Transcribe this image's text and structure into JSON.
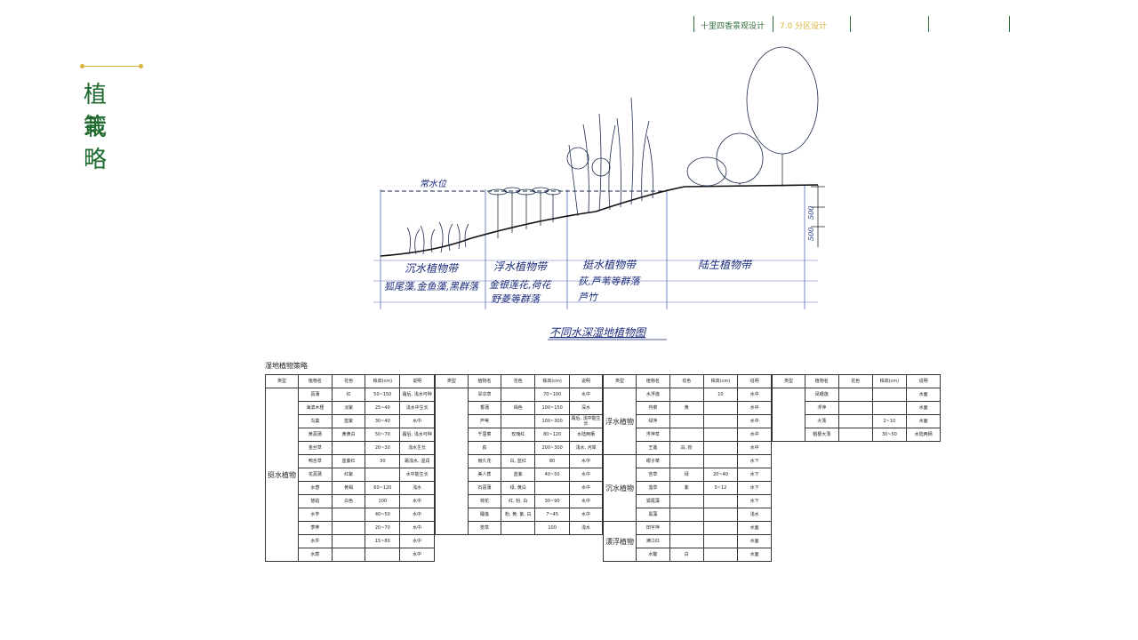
{
  "nav": {
    "items": [
      "十里四香景观设计",
      "7.0 分区设计",
      "",
      "",
      ""
    ]
  },
  "title": {
    "line1": "植 栽",
    "line2": "策 略"
  },
  "sketch": {
    "water_level": "常水位",
    "zones": [
      "沉水植物带",
      "浮水植物带",
      "挺水植物带",
      "陆生植物带"
    ],
    "zone_plants": [
      [
        "狐尾藻,金鱼藻,黑群落"
      ],
      [
        "金银莲花,荷花",
        "野菱等群落"
      ],
      [
        "荻,芦苇等群落",
        "芦竹"
      ],
      [
        ""
      ]
    ],
    "dims": [
      "500",
      "500"
    ],
    "caption": "不同水深湿地植物图"
  },
  "table": {
    "title": "湿地植物策略",
    "headers": [
      "类型",
      "植物名",
      "花色",
      "株高(cm)",
      "说明"
    ],
    "group1": {
      "category": "挺水植物",
      "rows": [
        [
          "菖蒲",
          "红",
          "50~150",
          "霜后, 浅水可种"
        ],
        [
          "海滨木槿",
          "淡紫",
          "25~40",
          "浅水中生长"
        ],
        [
          "鸟巢",
          "蓝紫",
          "30~40",
          "水中"
        ],
        [
          "黄菖蒲",
          "黄黄白",
          "50~70",
          "霜后, 浅水可种"
        ],
        [
          "金丝草",
          "",
          "20~30",
          "浅水生长"
        ],
        [
          "鸭舌草",
          "蓝紫红",
          "30",
          "霜浅水, 湿润"
        ],
        [
          "花菖蒲",
          "红紫",
          "",
          "水中能生长"
        ],
        [
          "水葱",
          "黄褐",
          "60~120",
          "浅水"
        ],
        [
          "慈姑",
          "白色",
          "100",
          "水中"
        ],
        [
          "水芋",
          "",
          "40~50",
          "水中"
        ],
        [
          "荸荠",
          "",
          "20~70",
          "水中"
        ],
        [
          "水芹",
          "",
          "15~80",
          "水中"
        ],
        [
          "水蕨",
          "",
          "",
          "水中"
        ]
      ]
    },
    "group2": {
      "rows": [
        [
          "旱伞草",
          "",
          "70~100",
          "水中"
        ],
        [
          "香蒲",
          "褐色",
          "100~150",
          "深水"
        ],
        [
          "芦苇",
          "",
          "100~300",
          "霜后, 浅中能生长"
        ],
        [
          "千屈菜",
          "玫瑰红",
          "80~120",
          "水陆两栖"
        ],
        [
          "荻",
          "",
          "200~300",
          "浅水, 河岸"
        ],
        [
          "雨久花",
          "白, 蓝红",
          "80",
          "水中"
        ],
        [
          "美人蕉",
          "蓝紫",
          "40~50",
          "水中"
        ],
        [
          "石菖蒲",
          "绿, 黄白",
          "",
          "水中"
        ],
        [
          "荷花",
          "红, 粉, 白",
          "30~90",
          "水中"
        ],
        [
          "睡莲",
          "粉, 黄, 紫, 白",
          "7~45",
          "水中"
        ],
        [
          "茭草",
          "",
          "100",
          "浅水"
        ]
      ]
    },
    "group3": {
      "float_category": "浮水植物",
      "submerged_category": "沉水植物",
      "drift_category": "漂浮植物",
      "float_rows": [
        [
          "水浮莲",
          "",
          "10",
          "水中"
        ],
        [
          "荇菜",
          "黄",
          "",
          "水中"
        ],
        [
          "绿萍",
          "",
          "",
          "水中"
        ],
        [
          "浮萍草",
          "",
          "",
          "水中"
        ]
      ],
      "submerged_rows": [
        [
          "王莲",
          "白, 粉",
          "",
          "水中"
        ],
        [
          "眼子菜",
          "",
          "",
          "水下"
        ],
        [
          "苦草",
          "绿",
          "20~40",
          "水下"
        ],
        [
          "菹草",
          "紫",
          "5~12",
          "水下"
        ],
        [
          "狐尾藻",
          "",
          "",
          "水下"
        ],
        [
          "黑藻",
          "",
          "",
          "浅水"
        ]
      ],
      "drift_rows": [
        [
          "田字萍",
          "",
          "",
          "水面"
        ],
        [
          "满江红",
          "",
          "",
          "水面"
        ],
        [
          "水鳖",
          "白",
          "",
          "水面"
        ]
      ]
    },
    "group4": {
      "rows": [
        [
          "凤眼莲",
          "",
          "",
          "水面"
        ],
        [
          "浮萍",
          "",
          "",
          "水面"
        ],
        [
          "大薸",
          "",
          "2~10",
          "水面"
        ],
        [
          "粗梗大薸",
          "",
          "30~50",
          "水陆两栖"
        ]
      ]
    }
  }
}
